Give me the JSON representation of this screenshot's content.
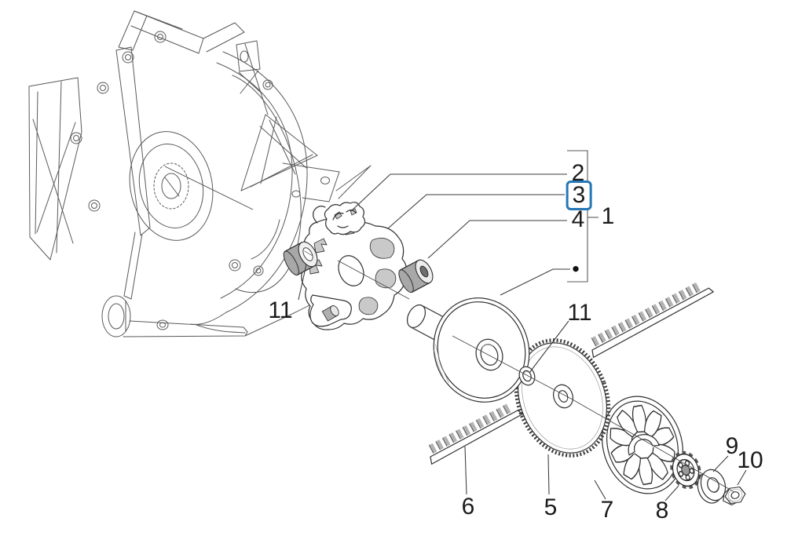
{
  "figure": {
    "background_color": "#ffffff",
    "drawing_line_color": "#3c3c3c",
    "highlight_box_color": "#2577b5",
    "callout_text_color": "#1b1b1b",
    "selected_part": "3",
    "assembly_marker": "●",
    "callouts": {
      "part1": "1",
      "part2": "2",
      "part3": "3",
      "part4": "4",
      "part5": "5",
      "part6": "6",
      "part7": "7",
      "part8": "8",
      "part9": "9",
      "part10": "10",
      "part11_left": "11",
      "part11_right": "11"
    }
  }
}
